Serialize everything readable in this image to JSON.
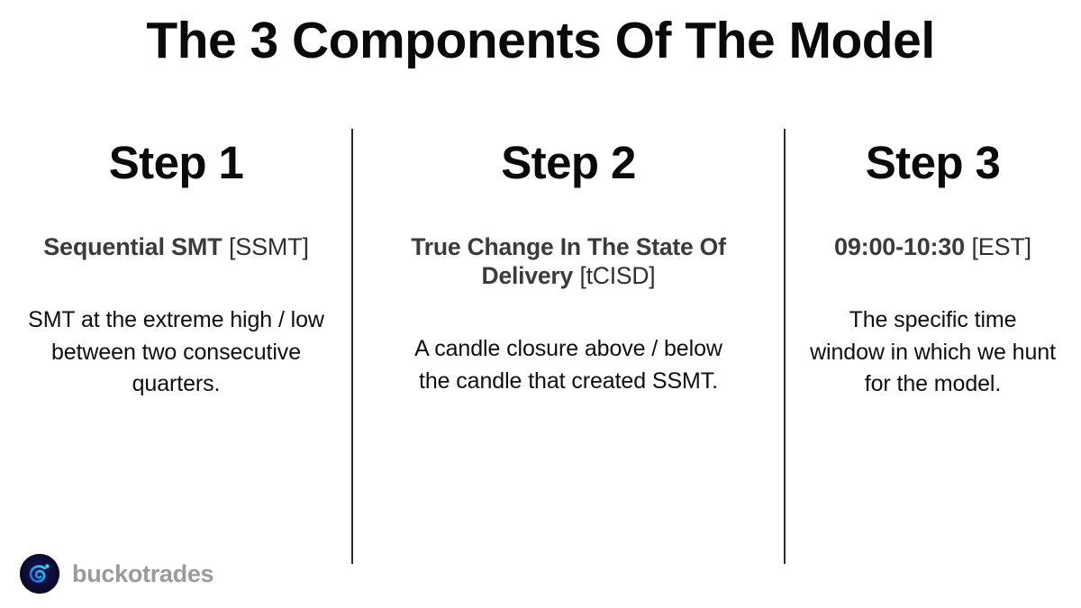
{
  "page": {
    "title": "The 3 Components Of The Model",
    "background_color": "#ffffff",
    "title_color": "#0a0a0a",
    "divider_color": "#2b2b2b",
    "subtitle_color": "#3b3b3b",
    "body_color": "#0f0f0f"
  },
  "columns": [
    {
      "step_heading": "Step 1",
      "subtitle_strong": "Sequential SMT",
      "subtitle_bracketed": "[SSMT]",
      "body": "SMT at the extreme high / low between two consecutive quarters."
    },
    {
      "step_heading": "Step 2",
      "subtitle_strong": "True Change In The State Of Delivery",
      "subtitle_bracketed": "[tCISD]",
      "body": "A candle closure above / below the candle that created SSMT."
    },
    {
      "step_heading": "Step 3",
      "subtitle_strong": "09:00-10:30",
      "subtitle_bracketed": "[EST]",
      "body": "The specific time window in which we hunt for the model."
    }
  ],
  "brand": {
    "name": "buckotrades",
    "logo_icon": "spiral-swirl-icon",
    "logo_background_color": "#0d0d36",
    "logo_accent_color": "#2ec8f0",
    "name_color": "#9b9b9b"
  }
}
